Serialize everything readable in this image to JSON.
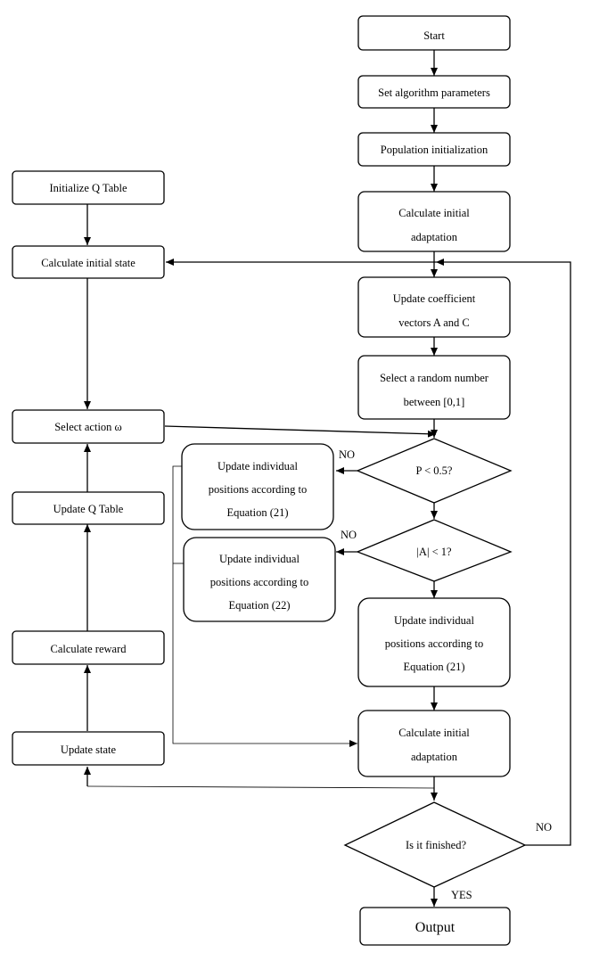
{
  "nodes": {
    "start": "Start",
    "set_params": "Set algorithm parameters",
    "pop_init": "Population initialization",
    "calc_adapt_1": [
      "Calculate initial",
      "adaptation"
    ],
    "update_coef": [
      "Update coefficient",
      "vectors A and C"
    ],
    "select_random": [
      "Select a random number",
      "between [0,1]"
    ],
    "p_decision": "P < 0.5?",
    "a_decision": "|A| < 1?",
    "update_eq21_left": [
      "Update individual",
      "positions according to",
      "Equation (21)"
    ],
    "update_eq22": [
      "Update individual",
      "positions according to",
      "Equation (22)"
    ],
    "update_eq21_right": [
      "Update individual",
      "positions according to",
      "Equation (21)"
    ],
    "calc_adapt_2": [
      "Calculate initial",
      "adaptation"
    ],
    "finished": "Is it finished?",
    "output": "Output",
    "init_q": "Initialize Q Table",
    "calc_state": "Calculate initial state",
    "select_action": "Select action ω",
    "update_q": "Update Q Table",
    "calc_reward": "Calculate reward",
    "update_state": "Update state"
  },
  "edge_labels": {
    "p_no": "NO",
    "a_no": "NO",
    "finished_no": "NO",
    "finished_yes": "YES"
  }
}
